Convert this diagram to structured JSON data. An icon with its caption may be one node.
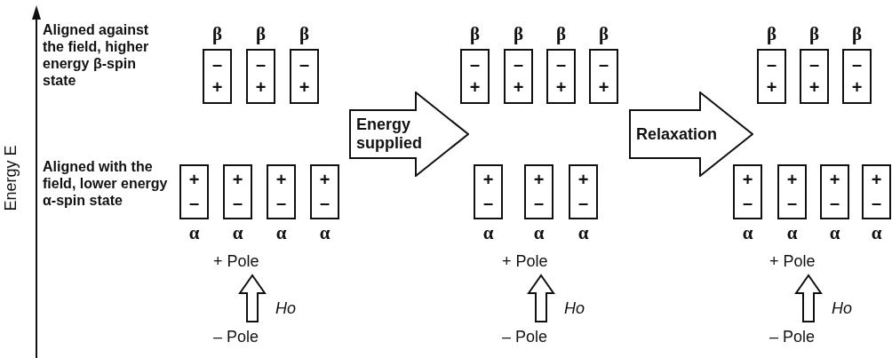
{
  "diagram": {
    "nodes": [
      {
        "text": [
          "–",
          "+"
        ],
        "beside": [
          "β"
        ]
      },
      {
        "text": [
          "–",
          "+"
        ],
        "beside": [
          "β"
        ]
      },
      {
        "text": [
          "–",
          "+"
        ],
        "beside": [
          "β"
        ]
      },
      {
        "text": [
          "+",
          "–"
        ],
        "beside": [
          "α"
        ]
      },
      {
        "text": [
          "+",
          "–"
        ],
        "beside": [
          "α"
        ]
      },
      {
        "text": [
          "+",
          "–"
        ],
        "beside": [
          "α"
        ]
      },
      {
        "text": [
          "+",
          "–"
        ],
        "beside": [
          "α"
        ]
      },
      {
        "text": [
          "Energy supplied"
        ]
      },
      {
        "text": [
          "–",
          "+"
        ],
        "beside": [
          "β"
        ]
      },
      {
        "text": [
          "–",
          "+"
        ],
        "beside": [
          "β"
        ]
      },
      {
        "text": [
          "–",
          "+"
        ],
        "beside": [
          "β"
        ]
      },
      {
        "text": [
          "–",
          "+"
        ],
        "beside": [
          "β"
        ]
      },
      {
        "text": [
          "+",
          "–"
        ],
        "beside": [
          "α"
        ]
      },
      {
        "text": [
          "+",
          "–"
        ],
        "beside": [
          "α"
        ]
      },
      {
        "text": [
          "+",
          "–"
        ],
        "beside": [
          "α"
        ]
      },
      {
        "text": [
          "Relaxation"
        ]
      },
      {
        "text": [
          "–",
          "+"
        ],
        "beside": [
          "β"
        ]
      },
      {
        "text": [
          "–",
          "+"
        ],
        "beside": [
          "β"
        ]
      },
      {
        "text": [
          "–",
          "+"
        ],
        "beside": [
          "β"
        ]
      },
      {
        "text": [
          "+",
          "–"
        ],
        "beside": [
          "α"
        ]
      },
      {
        "text": [
          "+",
          "–"
        ],
        "beside": [
          "α"
        ]
      },
      {
        "text": [
          "+",
          "–"
        ],
        "beside": [
          "α"
        ]
      },
      {
        "text": [
          "+",
          "–"
        ],
        "beside": [
          "α"
        ]
      }
    ],
    "labels": [
      "Energy E",
      "Aligned against the field, higher energy β-spin state",
      "Aligned with the field, lower energy α-spin state",
      "+ Pole",
      "Ho",
      "– Pole",
      "+ Pole",
      "Ho",
      "– Pole",
      "+ Pole",
      "Ho",
      "– Pole"
    ]
  }
}
